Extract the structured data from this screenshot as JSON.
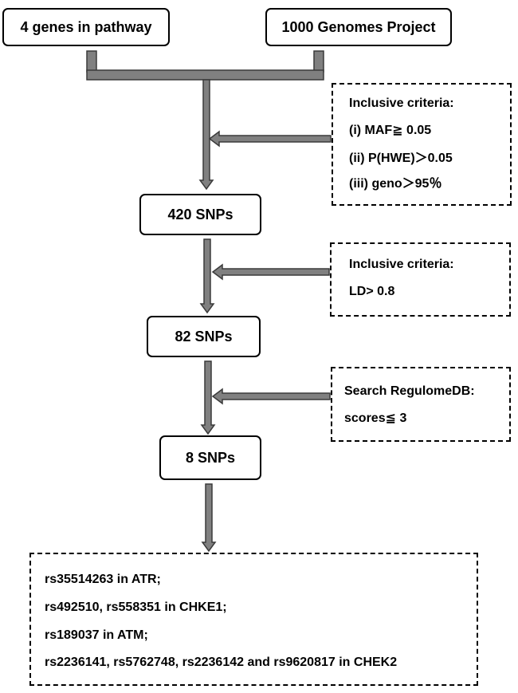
{
  "source_boxes": {
    "genes": "4 genes in pathway",
    "genomes": "1000 Genomes Project"
  },
  "steps": [
    {
      "label": "420 SNPs"
    },
    {
      "label": "82 SNPs"
    },
    {
      "label": "8 SNPs"
    }
  ],
  "criteria": [
    {
      "lines": [
        "Inclusive criteria:",
        "(i) MAF≧ 0.05",
        "(ii) P(HWE)＞0.05",
        "(iii) geno＞95％"
      ]
    },
    {
      "lines": [
        "Inclusive criteria:",
        "LD> 0.8"
      ]
    },
    {
      "lines": [
        "Search RegulomeDB:",
        "scores≦ 3"
      ]
    }
  ],
  "result": {
    "lines": [
      "rs35514263 in ATR;",
      "rs492510, rs558351 in CHKE1;",
      "rs189037 in ATM;",
      "rs2236141, rs5762748, rs2236142 and rs9620817 in CHEK2"
    ]
  },
  "colors": {
    "arrow_fill": "#808080",
    "arrow_stroke": "#3a3a3a",
    "border": "#000000"
  }
}
